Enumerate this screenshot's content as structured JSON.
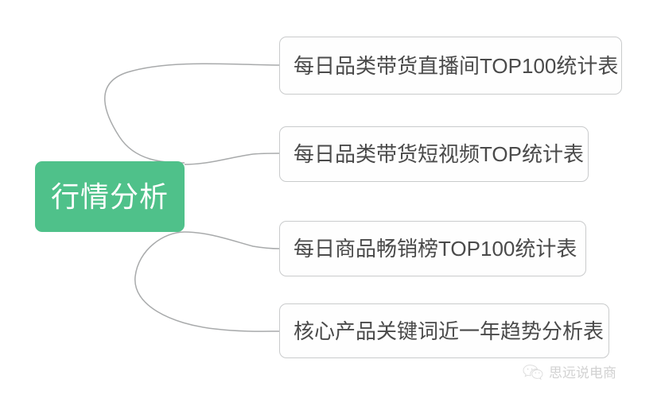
{
  "diagram": {
    "type": "mindmap",
    "background_color": "#ffffff",
    "root": {
      "label": "行情分析",
      "fill_color": "#4fc18a",
      "text_color": "#ffffff"
    },
    "branch_color": "#a8aaab",
    "leaf_style": {
      "fill_color": "#fefefe",
      "border_color": "#c9cbcc",
      "text_color": "#4a4a4a"
    },
    "leaves": [
      {
        "label": "每日品类带货直播间TOP100统计表"
      },
      {
        "label": "每日品类带货短视频TOP统计表"
      },
      {
        "label": "每日商品畅销榜TOP100统计表"
      },
      {
        "label": "核心产品关键词近一年趋势分析表"
      }
    ]
  },
  "watermark": {
    "icon": "wechat-logo-icon",
    "text": "思远说电商"
  }
}
